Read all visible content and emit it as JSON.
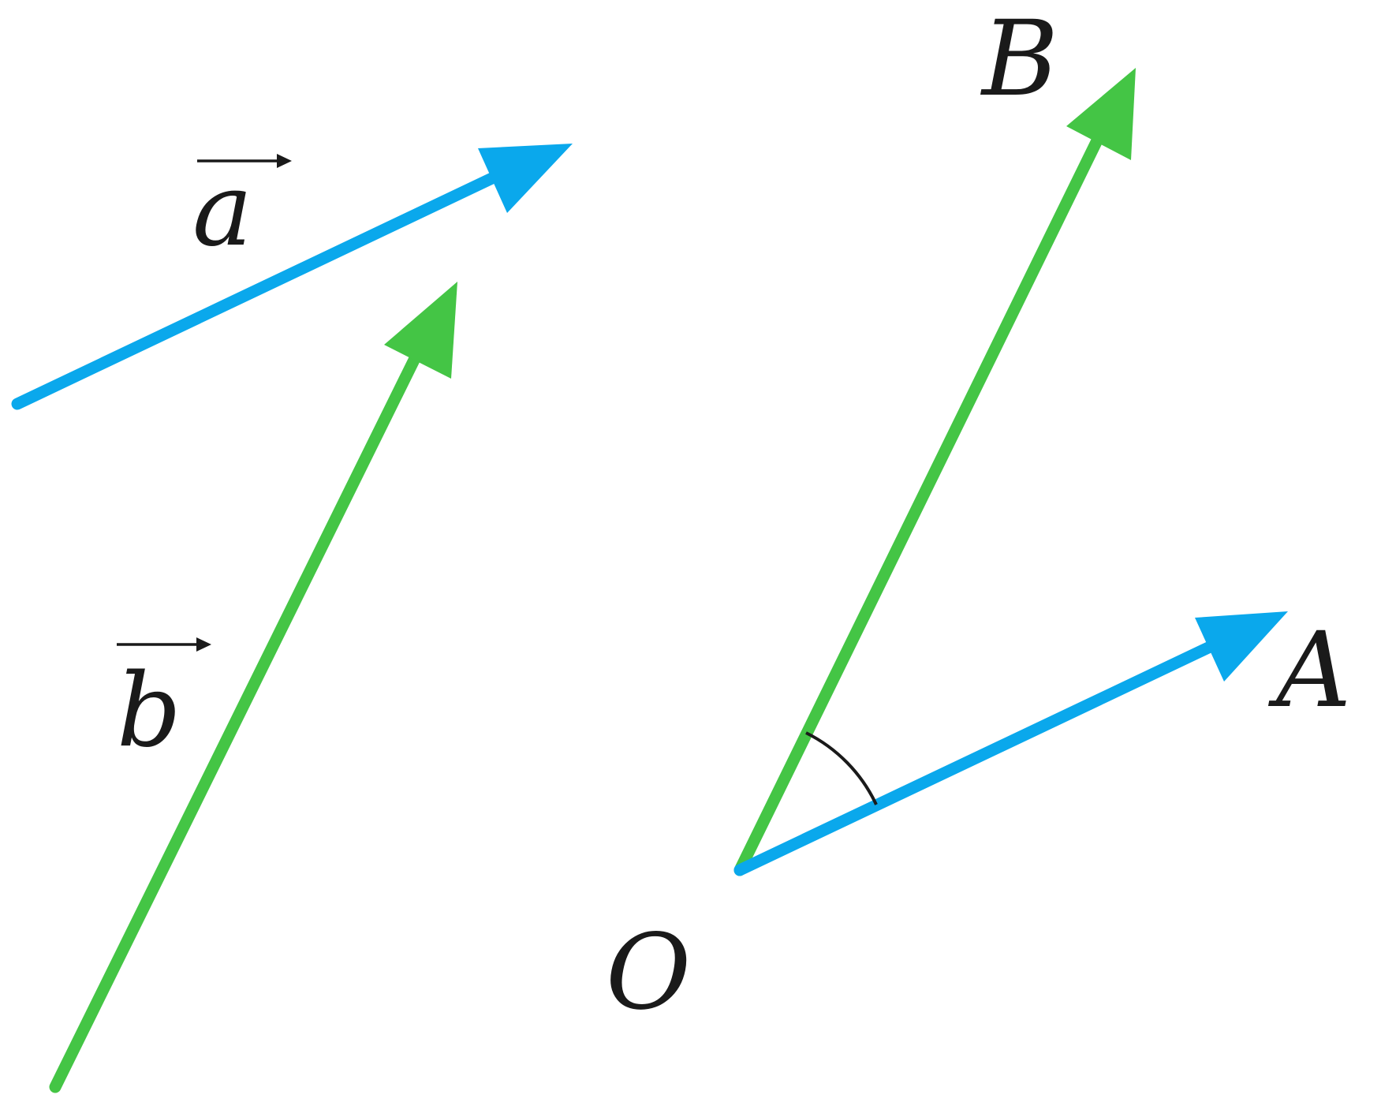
{
  "labels": {
    "vector_a": "a",
    "vector_b": "b",
    "point_A": "A",
    "point_B": "B",
    "point_O": "O"
  },
  "colors": {
    "vector_a": "#0AA8EC",
    "vector_b": "#44C545",
    "text": "#1a1a1a",
    "angle_arc": "#1a1a1a"
  }
}
